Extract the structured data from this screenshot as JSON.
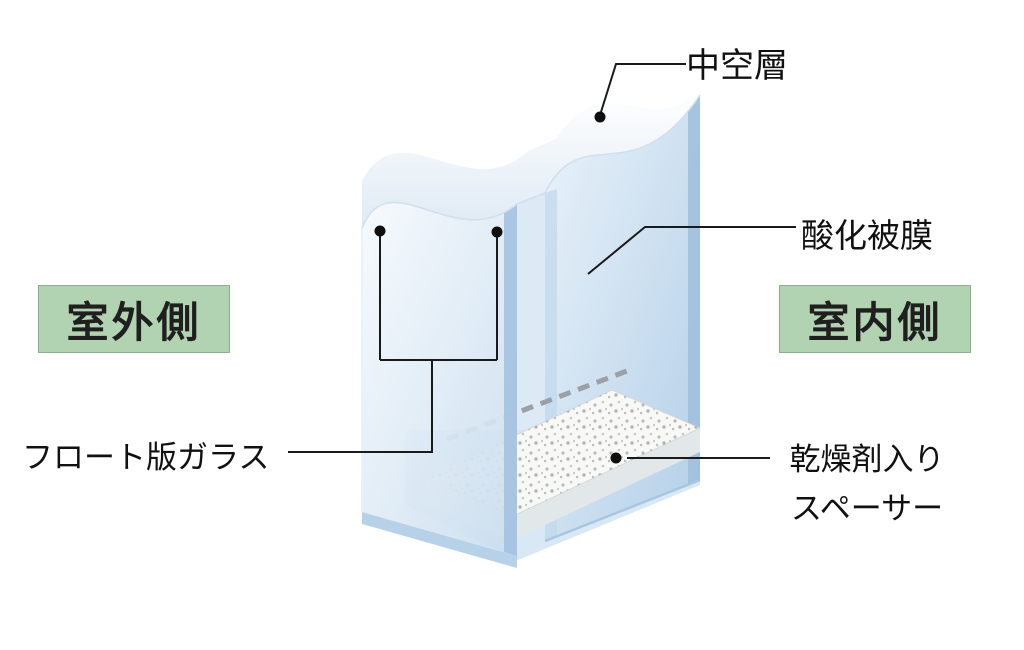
{
  "figure": {
    "subject": "insulated double-glazing cross-section diagram",
    "parts_labeled": [
      "hollow_layer",
      "oxide_film",
      "float_glass",
      "desiccant_spacer",
      "outdoor_side",
      "indoor_side"
    ]
  },
  "labels": {
    "hollow_layer": "中空層",
    "oxide_film": "酸化被膜",
    "outdoor_side": "室外側",
    "indoor_side": "室内側",
    "float_glass": "フロート版ガラス",
    "desiccant_line1": "乾燥剤入り",
    "desiccant_line2": "スペーサー"
  },
  "colors": {
    "background": "#ffffff",
    "side_label_bg": "#b2d3b2",
    "side_label_border": "#8fae8f",
    "label_text": "#111111",
    "leader_line": "#1a1a1a",
    "pointer_dot": "#0f0f0f",
    "glass_highlight": "#f6fafd",
    "glass_mid": "#c8dcee",
    "glass_shadow": "#9dbedd",
    "spacer_fill": "#f8f8f4",
    "spacer_speckle": "#b4b8bc",
    "dashed_seal_line": "#9aa0a6"
  }
}
